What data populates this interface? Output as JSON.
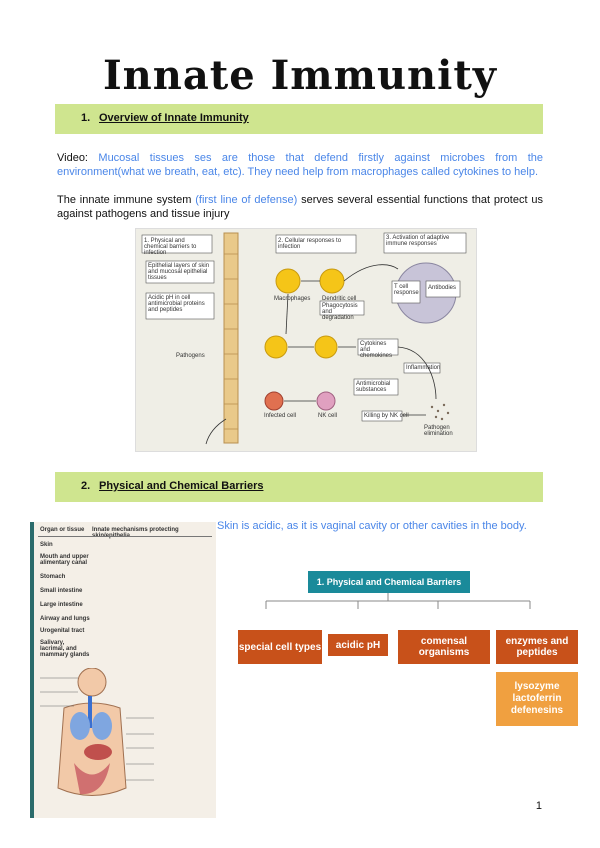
{
  "title": "Innate Immunity",
  "sections": [
    {
      "number": "1.",
      "heading": "Overview of Innate Immunity"
    },
    {
      "number": "2.",
      "heading": "Physical and Chemical Barriers"
    }
  ],
  "overview": {
    "video_label": "Video:",
    "video_text": "Mucosal tissues ses are those that defend firstly against microbes from the environment(what we breath, eat, etc). They need help from macrophages called cytokines to help.",
    "para_start": "The innate immune system ",
    "para_highlight": "(first line of defense)",
    "para_end": " serves several essential functions that protect us against pathogens and tissue injury"
  },
  "figure1": {
    "panel1": "1. Physical and chemical barriers to infection",
    "panel2": "2. Cellular responses to infection",
    "panel3": "3. Activation of adaptive immune responses",
    "labels": [
      "Epithelial layers of skin and mucosal epithelial tissues",
      "Acidic pH in cell antimicrobial proteins and peptides",
      "Pathogens",
      "Macrophages",
      "Dendritic cell",
      "Phagocytosis and degradation",
      "Cytokines and chemokines",
      "Inflammation",
      "Antimicrobial substances",
      "Killing by NK cell",
      "Pathogen elimination",
      "T cell response",
      "Antibodies",
      "Infected cell",
      "NK cell"
    ]
  },
  "skin_note": "Skin is acidic, as it is vaginal cavity or other cavities in the body.",
  "diagram": {
    "root": "1. Physical and Chemical Barriers",
    "children": [
      "special cell types",
      "acidic pH",
      "comensal organisms",
      "enzymes and peptides"
    ],
    "sub": [
      "lysozyme",
      "lactoferrin",
      "defenesins"
    ]
  },
  "figure2": {
    "header_left": "Organ or tissue",
    "header_right": "Innate mechanisms protecting skin/epithelia",
    "rows": [
      "Skin",
      "Mouth and upper alimentary canal",
      "Stomach",
      "Small intestine",
      "Large intestine",
      "Airway and lungs",
      "Urogenital tract",
      "Salivary, lacrimal, and mammary glands"
    ]
  },
  "page_number": "1",
  "colors": {
    "band": "#cfe58f",
    "teal": "#1a8a9a",
    "orange": "#c8511a",
    "light_orange": "#f0a040",
    "link_blue": "#4a86e8"
  }
}
